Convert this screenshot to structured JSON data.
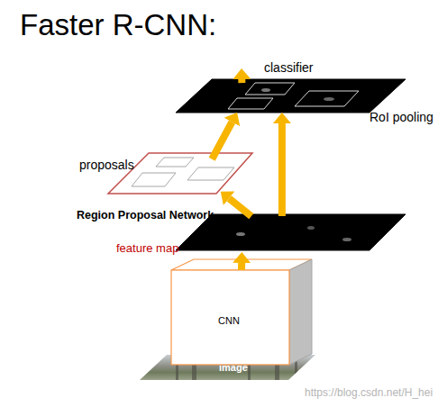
{
  "diagram": {
    "title": "Faster R-CNN:",
    "nodes": [
      {
        "text": [
          "classifier"
        ]
      },
      {
        "text": [
          "RoI pooling"
        ]
      },
      {
        "text": [
          "proposals"
        ]
      },
      {
        "text": [
          "feature map"
        ]
      },
      {
        "text": [
          "CNN"
        ]
      },
      {
        "text": [
          "image"
        ]
      }
    ],
    "edges": [
      {
        "from": 4,
        "to": 3,
        "arrow": "to"
      },
      {
        "from": 3,
        "to": 2,
        "arrow": "to",
        "label": "Region Proposal Network"
      },
      {
        "from": 2,
        "to": 1,
        "arrow": "to"
      },
      {
        "from": 3,
        "to": 1,
        "arrow": "to"
      },
      {
        "from": 1,
        "to": 0,
        "arrow": "to"
      }
    ],
    "labels": [
      "https://blog.csdn.net/H_hei"
    ]
  }
}
